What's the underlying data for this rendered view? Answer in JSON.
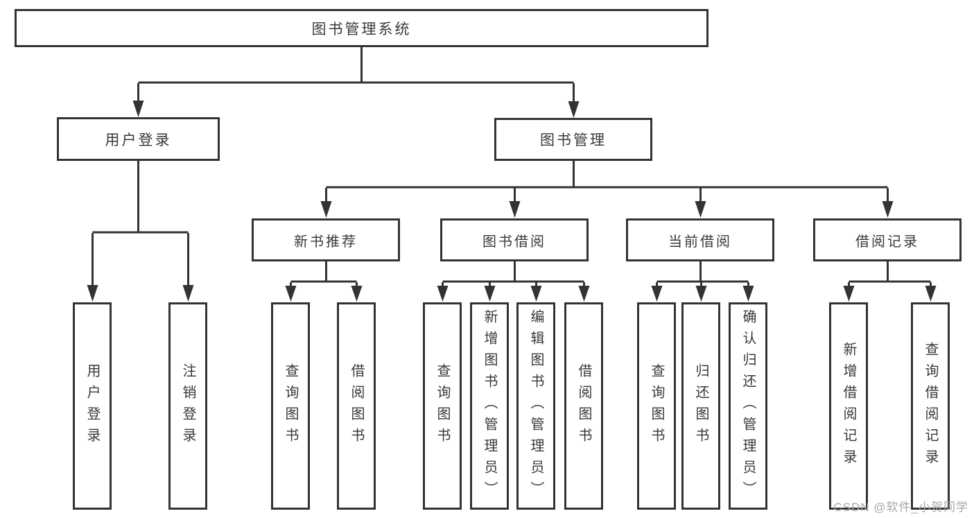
{
  "diagram": {
    "root": {
      "label": "图书管理系统"
    },
    "branches": [
      {
        "label": "用户登录",
        "children": [
          {
            "label": "用户登录"
          },
          {
            "label": "注销登录"
          }
        ]
      },
      {
        "label": "图书管理",
        "children": [
          {
            "label": "新书推荐",
            "children": [
              {
                "label": "查询图书"
              },
              {
                "label": "借阅图书"
              }
            ]
          },
          {
            "label": "图书借阅",
            "children": [
              {
                "label": "查询图书"
              },
              {
                "label": "新增图书（管理员）"
              },
              {
                "label": "编辑图书（管理员）"
              },
              {
                "label": "借阅图书"
              }
            ]
          },
          {
            "label": "当前借阅",
            "children": [
              {
                "label": "查询图书"
              },
              {
                "label": "归还图书"
              },
              {
                "label": "确认归还（管理员）"
              }
            ]
          },
          {
            "label": "借阅记录",
            "children": [
              {
                "label": "新增借阅记录"
              },
              {
                "label": "查询借阅记录"
              }
            ]
          }
        ]
      }
    ]
  },
  "watermark": {
    "text": "CSDN @软件_小贺同学"
  },
  "colors": {
    "line": "#333333",
    "text": "#383838",
    "watermark": "#a8a8a8",
    "background": "#ffffff"
  }
}
